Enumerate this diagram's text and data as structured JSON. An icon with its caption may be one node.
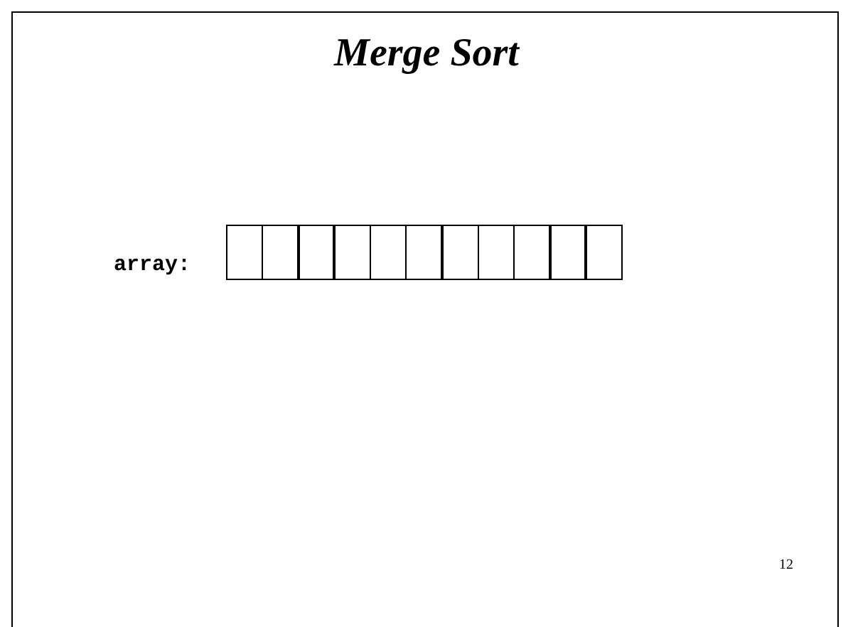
{
  "diagram": {
    "title": "Merge Sort",
    "nodes": [
      {
        "text": [],
        "shape": "box"
      },
      {
        "text": [],
        "shape": "box"
      },
      {
        "text": [],
        "shape": "box"
      },
      {
        "text": [],
        "shape": "box"
      },
      {
        "text": [],
        "shape": "box"
      },
      {
        "text": [],
        "shape": "box"
      },
      {
        "text": [],
        "shape": "box"
      },
      {
        "text": [],
        "shape": "box"
      },
      {
        "text": [],
        "shape": "box"
      },
      {
        "text": [],
        "shape": "box"
      },
      {
        "text": [],
        "shape": "box"
      }
    ],
    "labels": [
      "array:",
      "12"
    ]
  }
}
